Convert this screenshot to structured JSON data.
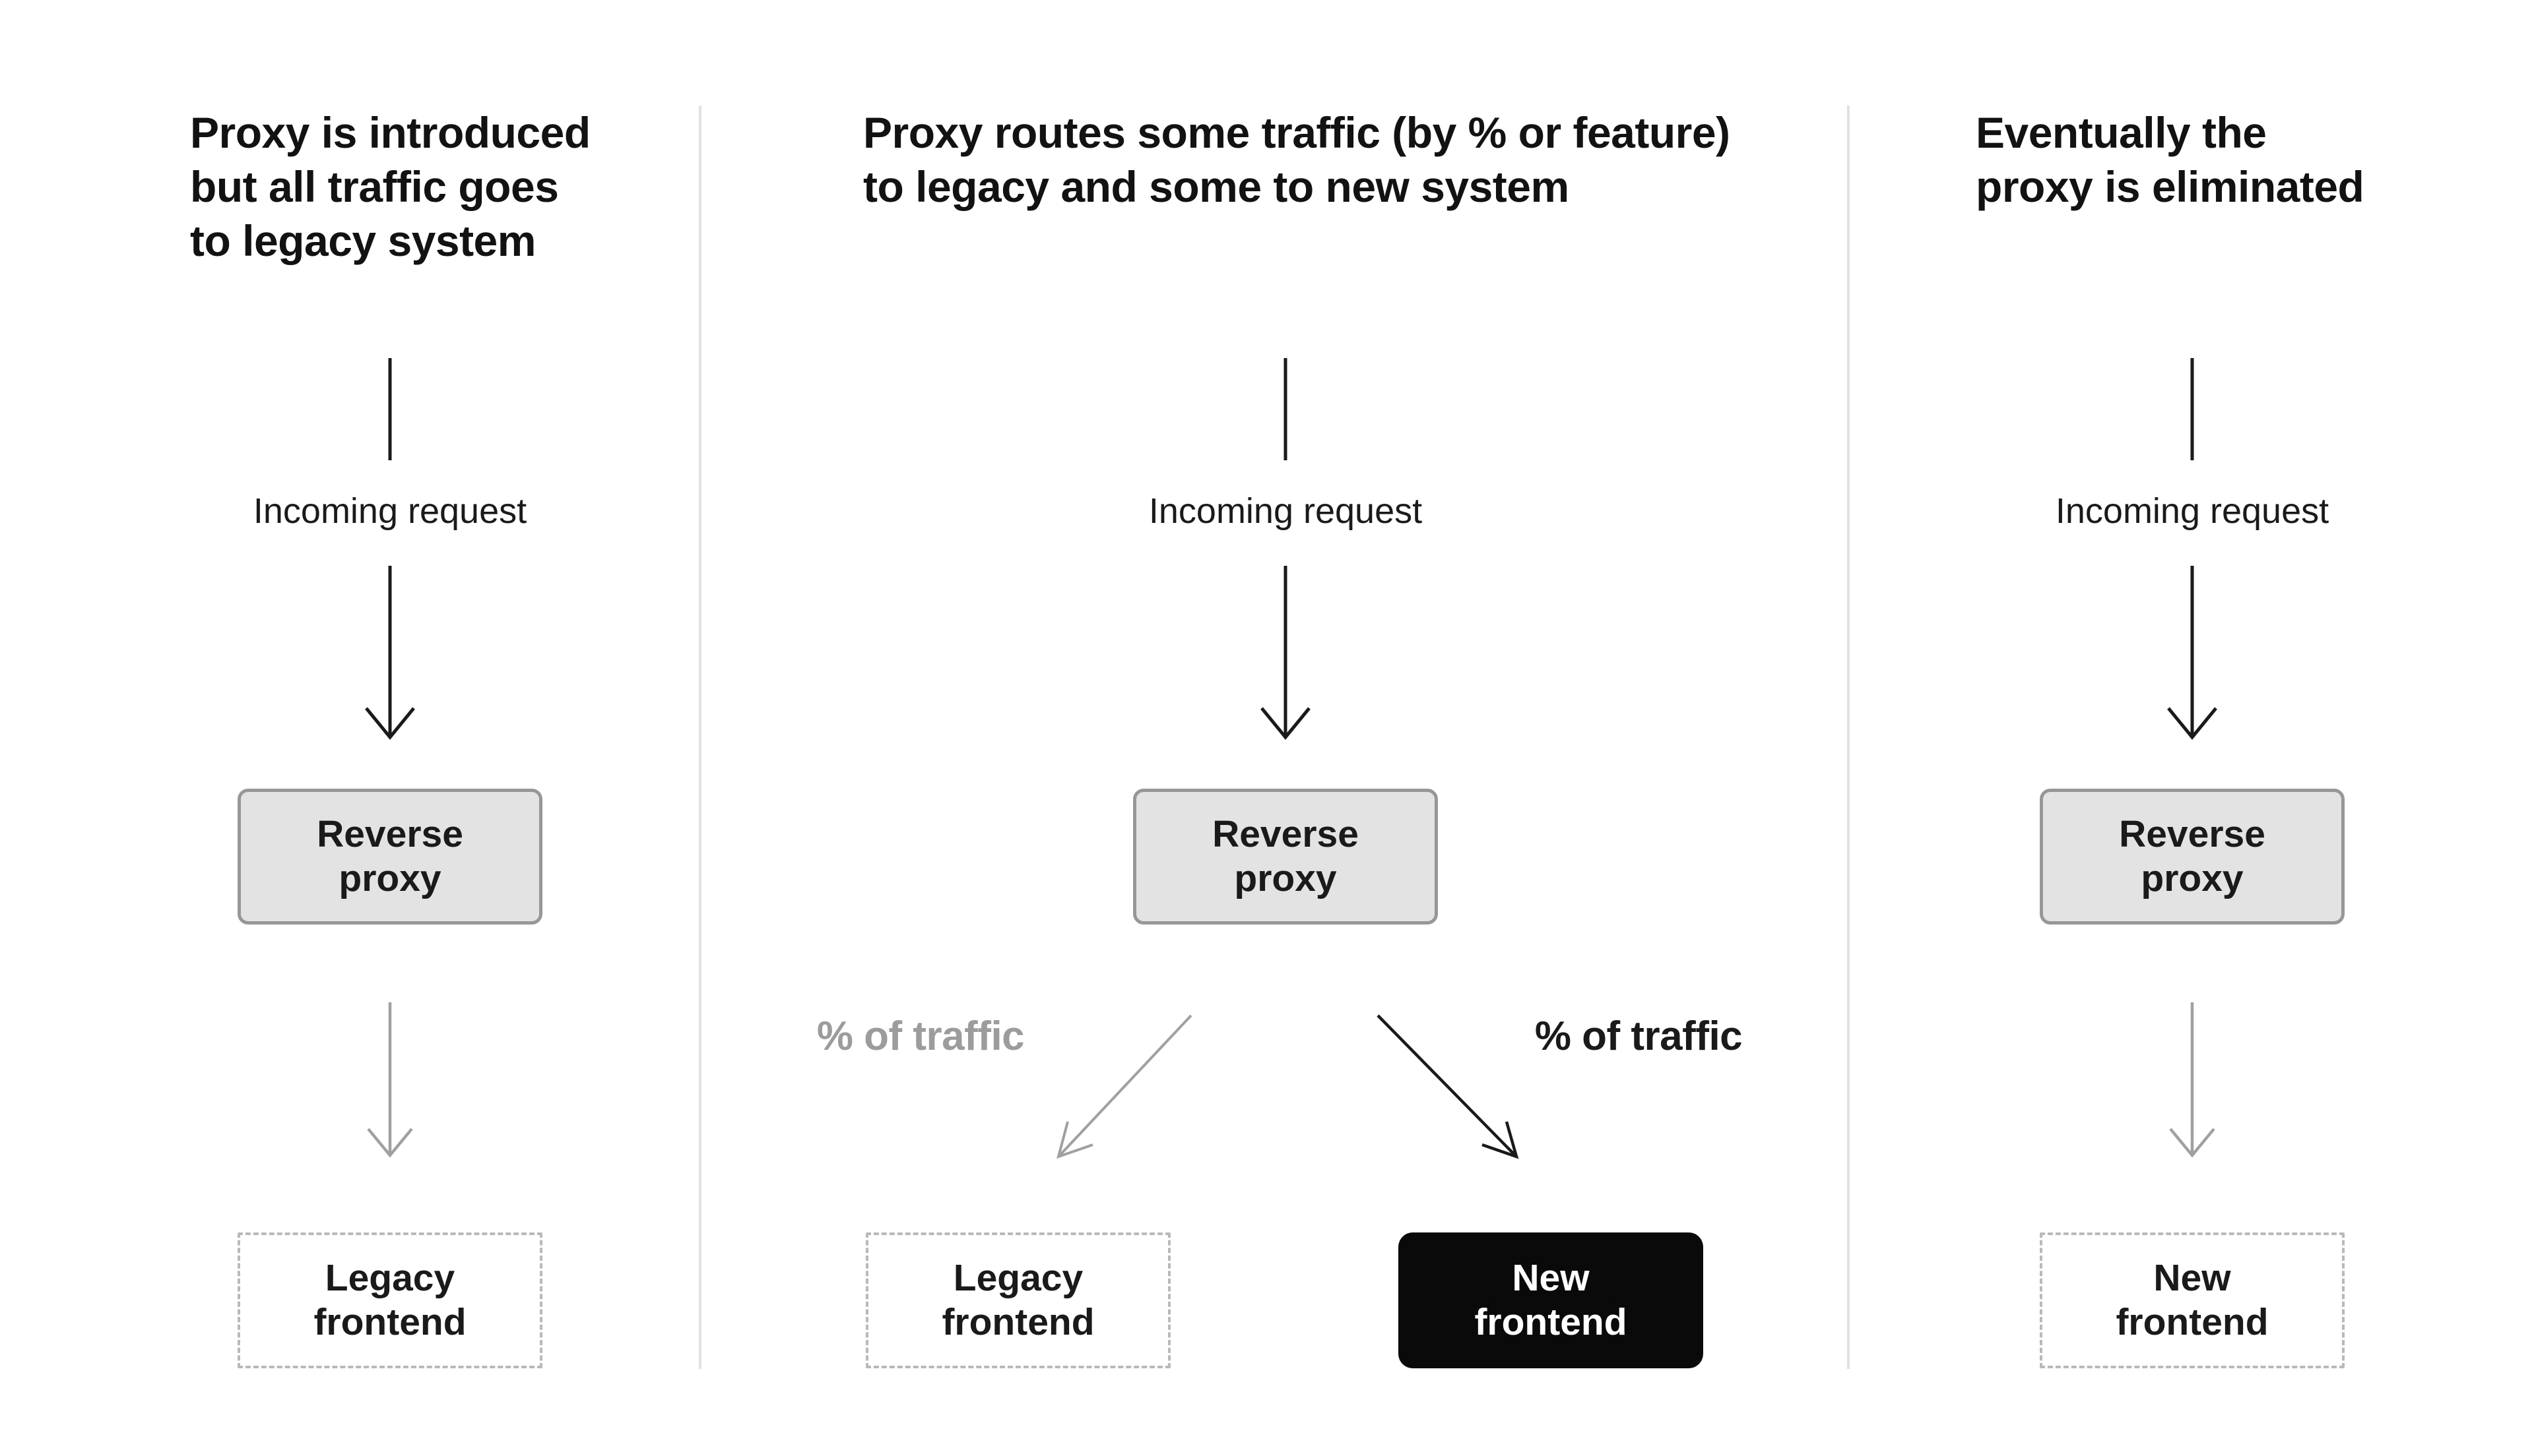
{
  "colors": {
    "background": "#ffffff",
    "divider": "#e2e2e2",
    "title_text": "#121212",
    "label_text": "#1a1a1a",
    "gray_text": "#9c9c9c",
    "arrow_black": "#1a1a1a",
    "arrow_gray": "#a0a0a0",
    "proxy_fill": "#e3e3e3",
    "proxy_border": "#979797",
    "dashed_border": "#b9b9b9",
    "black_box_fill": "#0a0a0a",
    "black_box_text": "#ffffff"
  },
  "panels": [
    {
      "title": "Proxy is introduced\nbut all traffic goes\nto legacy system",
      "incoming_label": "Incoming request",
      "proxy_label": "Reverse\nproxy",
      "target_label": "Legacy\nfrontend"
    },
    {
      "title": "Proxy routes some traffic (by % or feature)\nto legacy and some to new system",
      "incoming_label": "Incoming request",
      "proxy_label": "Reverse\nproxy",
      "traffic_left": "% of traffic",
      "traffic_right": "% of traffic",
      "legacy_label": "Legacy\nfrontend",
      "new_label": "New\nfrontend"
    },
    {
      "title": "Eventually the\nproxy is eliminated",
      "incoming_label": "Incoming request",
      "proxy_label": "Reverse\nproxy",
      "target_label": "New\nfrontend"
    }
  ]
}
